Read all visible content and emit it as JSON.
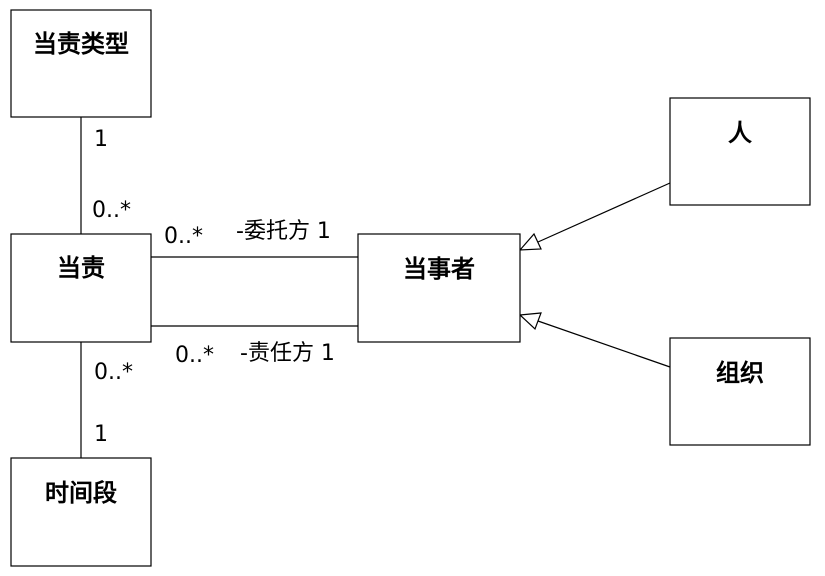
{
  "classes": {
    "accountability_type": "当责类型",
    "accountability": "当责",
    "time_period": "时间段",
    "party": "当事者",
    "person": "人",
    "organization": "组织"
  },
  "associations": {
    "type_link": {
      "upper_multiplicity": "1",
      "lower_multiplicity": "0..*"
    },
    "commissioner_link": {
      "near_multiplicity": "0..*",
      "role_and_multiplicity": "-委托方 1"
    },
    "responsible_link": {
      "near_multiplicity": "0..*",
      "role_and_multiplicity": "-责任方 1"
    },
    "time_link": {
      "upper_multiplicity": "0..*",
      "lower_multiplicity": "1"
    }
  },
  "colors": {
    "stroke": "#000000",
    "fill": "#ffffff"
  }
}
